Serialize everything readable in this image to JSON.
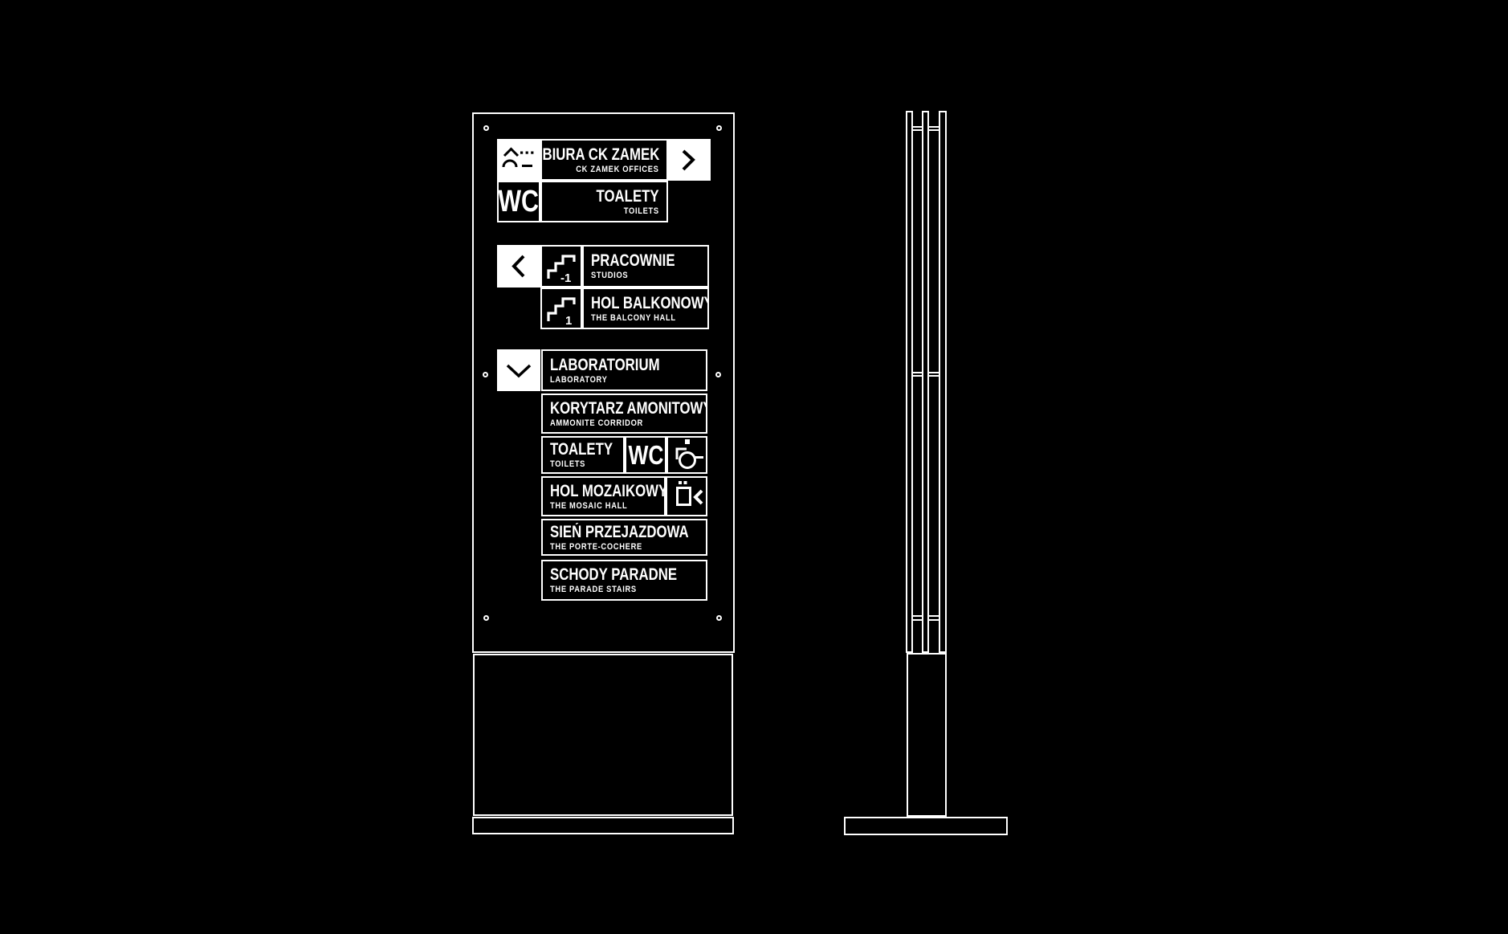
{
  "colors": {
    "background": "#000000",
    "ink": "#ffffff"
  },
  "sign": {
    "top_group": {
      "biura": {
        "title": "BIURA CK ZAMEK",
        "subtitle": "CK ZAMEK OFFICES"
      },
      "toalety": {
        "badge": "WC",
        "title": "TOALETY",
        "subtitle": "TOILETS"
      }
    },
    "stairs_group": {
      "pracownie": {
        "level": "-1",
        "title": "PRACOWNIE",
        "subtitle": "STUDIOS"
      },
      "hol_balkonowy": {
        "level": "1",
        "title": "HOL BALKONOWY",
        "subtitle": "THE BALCONY HALL"
      }
    },
    "down_group": {
      "laboratorium": {
        "title": "LABORATORIUM",
        "subtitle": "LABORATORY"
      },
      "korytarz_amonitowy": {
        "title": "KORYTARZ AMONITOWY",
        "subtitle": "AMMONITE CORRIDOR"
      },
      "toalety": {
        "title": "TOALETY",
        "subtitle": "TOILETS",
        "badge": "WC"
      },
      "hol_mozaikowy": {
        "title": "HOL MOZAIKOWY",
        "subtitle": "THE MOSAIC HALL"
      },
      "sien_przejazdowa": {
        "title": "SIEŃ PRZEJAZDOWA",
        "subtitle": "THE PORTE-COCHERE"
      },
      "schody_paradne": {
        "title": "SCHODY PARADNE",
        "subtitle": "THE PARADE STAIRS"
      }
    }
  },
  "icons": {
    "logo_marks": "chevron-up-dots-arc-dash",
    "biura_arrow": "chevron-right",
    "stairs_nav": "chevron-left",
    "down_nav": "chevron-down",
    "stairs": "staircase",
    "accessible": "wheelchair",
    "mosaic": "square-with-dots-chevron-left"
  }
}
